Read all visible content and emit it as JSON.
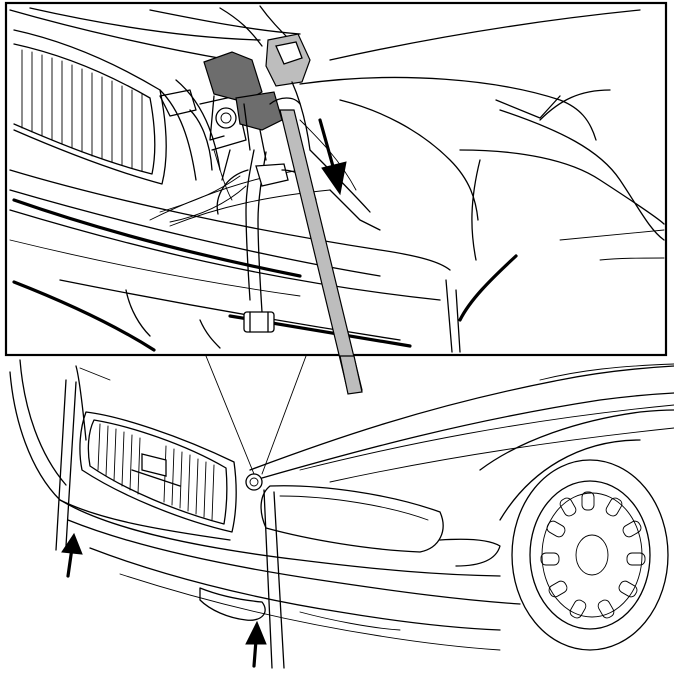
{
  "diagram": {
    "line_color": "#000000",
    "background_color": "#ffffff",
    "component_fill": "#6d6d6d",
    "tool_fill": "#bdbdbd",
    "arrows": [
      {
        "id": "pull-down-arrow",
        "direction": "down"
      },
      {
        "id": "push-up-arrow-left",
        "direction": "up"
      },
      {
        "id": "push-up-arrow-center",
        "direction": "up"
      }
    ]
  }
}
